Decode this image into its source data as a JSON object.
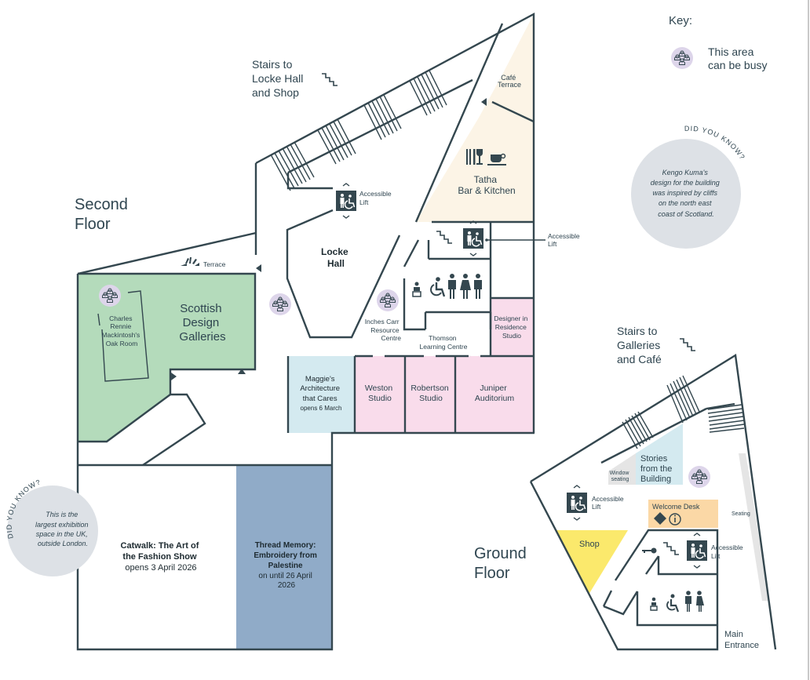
{
  "key": {
    "title": "Key:",
    "busy_label_line1": "This area",
    "busy_label_line2": "can be busy",
    "busy_icon": "crowd-icon"
  },
  "colors": {
    "wall": "#34474f",
    "gallery_green": "#b4dbbb",
    "cafe_cream": "#fcf4e6",
    "studio_pink": "#f9dceb",
    "light_blue": "#d4eaf0",
    "thread_blue": "#90abc8",
    "shop_yellow": "#fbe96c",
    "welcome_orange": "#fbd8a6",
    "busy_purple": "#ddd5ea",
    "did_you_know_grey": "#dde1e6",
    "seating_grey": "#e5e5e5"
  },
  "second_floor": {
    "title_line1": "Second",
    "title_line2": "Floor",
    "stairs_label": [
      "Stairs to",
      "Locke Hall",
      "and Shop"
    ],
    "cafe_terrace": [
      "Café",
      "Terrace"
    ],
    "tatha": [
      "Tatha",
      "Bar & Kitchen"
    ],
    "lift_label": [
      "Accessible",
      "Lift"
    ],
    "terrace": "Terrace",
    "locke_hall": [
      "Locke",
      "Hall"
    ],
    "scottish_design": [
      "Scottish",
      "Design",
      "Galleries"
    ],
    "oak_room": [
      "Charles",
      "Rennie",
      "Mackintosh's",
      "Oak Room"
    ],
    "inches_carr": [
      "Inches Carr",
      "Resource",
      "Centre"
    ],
    "thomson": [
      "Thomson",
      "Learning Centre"
    ],
    "designer_residence": [
      "Designer in",
      "Residence",
      "Studio"
    ],
    "maggies": [
      "Maggie's",
      "Architecture",
      "that Cares",
      "opens 6 March"
    ],
    "weston": [
      "Weston",
      "Studio"
    ],
    "robertson": [
      "Robertson",
      "Studio"
    ],
    "juniper": [
      "Juniper",
      "Auditorium"
    ],
    "catwalk": [
      "Catwalk: The Art of",
      "the Fashion Show",
      "opens 3 April 2026"
    ],
    "thread_memory": [
      "Thread Memory:",
      "Embroidery from",
      "Palestine",
      "on until 26 April",
      "2026"
    ]
  },
  "did_you_know": {
    "heading": "DID YOU KNOW?",
    "fact_1": [
      "This is the",
      "largest exhibition",
      "space in the UK,",
      "outside London."
    ],
    "fact_2": [
      "Kengo Kuma's",
      "design for the building",
      "was inspired by cliffs",
      "on the north east",
      "coast of Scotland."
    ]
  },
  "ground_floor": {
    "title_line1": "Ground",
    "title_line2": "Floor",
    "stairs_label": [
      "Stairs to",
      "Galleries",
      "and Café"
    ],
    "stories": [
      "Stories",
      "from the",
      "Building"
    ],
    "window_seating": [
      "Window",
      "seating"
    ],
    "lift_label": [
      "Accessible",
      "Lift"
    ],
    "welcome_desk": "Welcome Desk",
    "shop": "Shop",
    "seating": "Seating",
    "main_entrance": [
      "Main",
      "Entrance"
    ]
  }
}
